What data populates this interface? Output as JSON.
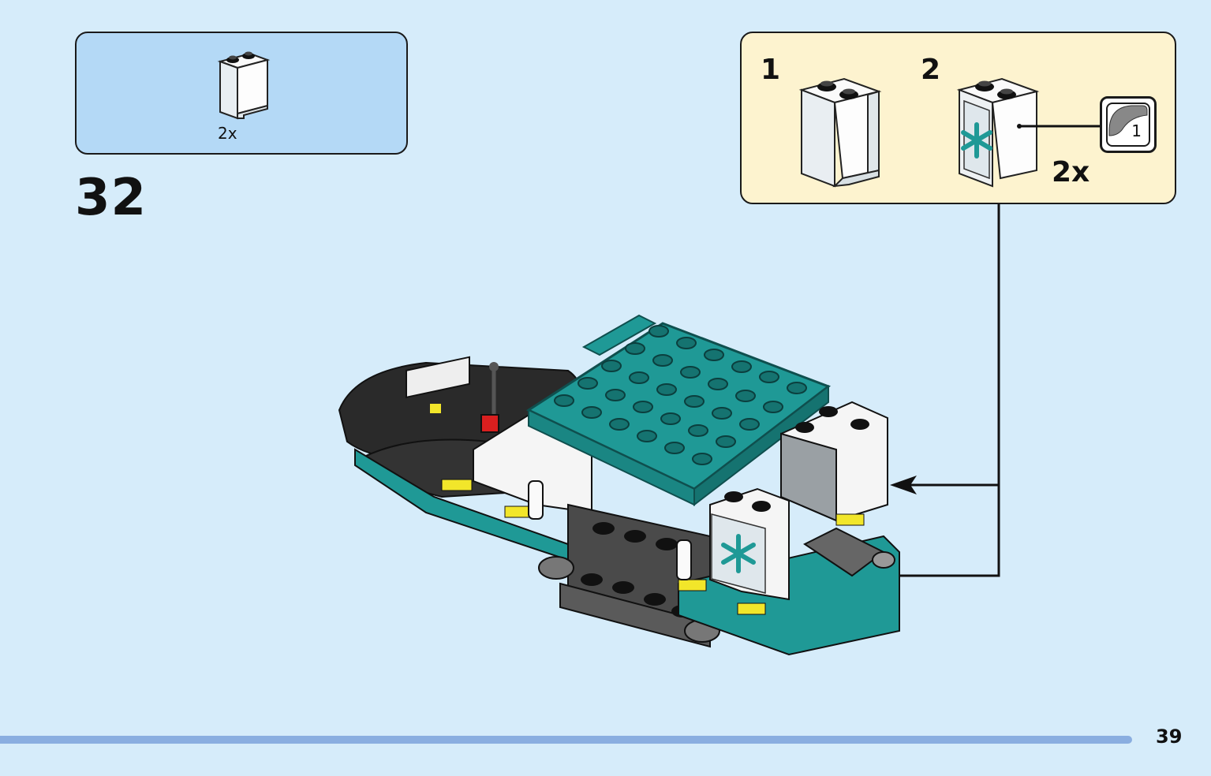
{
  "parts_list": {
    "quantity": "2x",
    "piece": "white-panel-1x2x2"
  },
  "step": {
    "number": "32"
  },
  "callout": {
    "substep_1": "1",
    "substep_2": "2",
    "quantity": "2x",
    "sticker_number": "1",
    "sticker_icon": "star-of-life-icon"
  },
  "colors": {
    "background": "#d6ecfa",
    "parts_box": "#b4d9f6",
    "callout_box": "#fdf3cf",
    "teal": "#1f9996",
    "progress": "#8aaee0"
  },
  "footer": {
    "page_number": "39"
  }
}
